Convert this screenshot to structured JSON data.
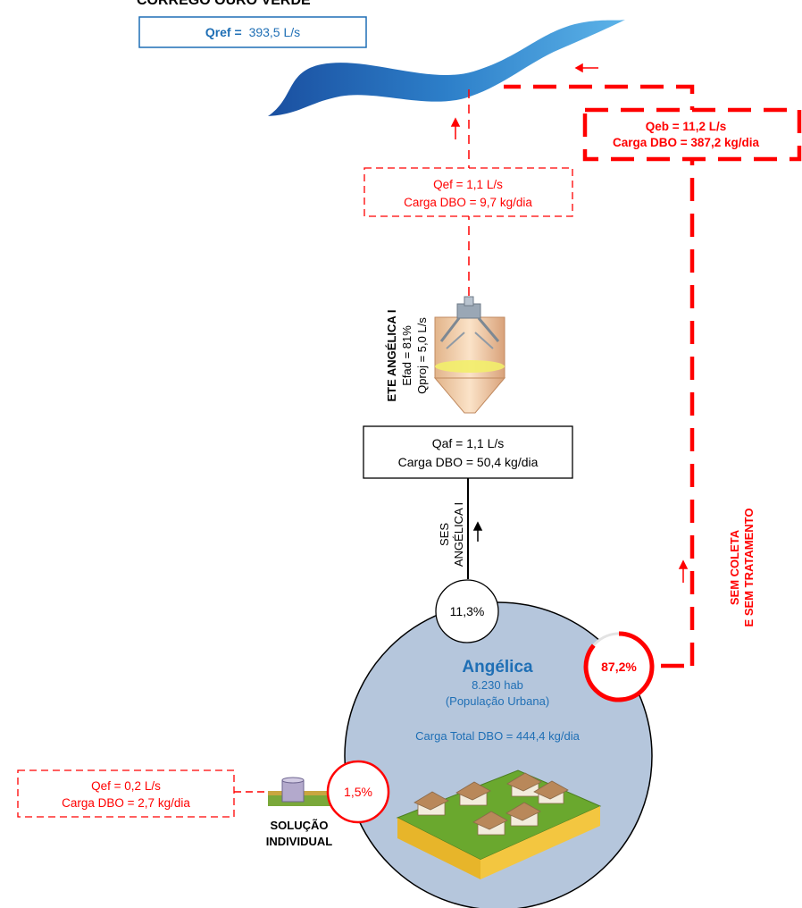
{
  "stream": {
    "title": "CÓRREGO OURO VERDE",
    "qref_label": "Qref =",
    "qref_value": "393,5 L/s"
  },
  "untreated_box": {
    "line1": "Qeb = 11,2 L/s",
    "line2": "Carga DBO = 387,2 kg/dia"
  },
  "ete_effluent_box": {
    "line1": "Qef = 1,1 L/s",
    "line2": "Carga DBO = 9,7 kg/dia"
  },
  "ete": {
    "name": "ETE ANGÉLICA I",
    "efficiency": "Efad = 81%",
    "capacity": "Qproj = 5,0 L/s"
  },
  "affluent_box": {
    "line1": "Qaf = 1,1 L/s",
    "line2": "Carga DBO = 50,4 kg/dia"
  },
  "ses": {
    "line1": "SES",
    "line2": "ANGÉLICA I"
  },
  "pct_collected": "11,3%",
  "pct_uncollected": "87,2%",
  "pct_individual": "1,5%",
  "uncollected_label": {
    "line1": "SEM COLETA",
    "line2": "E SEM TRATAMENTO"
  },
  "city": {
    "name": "Angélica",
    "population": "8.230 hab",
    "population_type": "(População Urbana)",
    "total_load": "Carga Total DBO = 444,4 kg/dia"
  },
  "individual_box": {
    "line1": "Qef = 0,2 L/s",
    "line2": "Carga DBO = 2,7 kg/dia"
  },
  "individual_label": {
    "line1": "SOLUÇÃO",
    "line2": "INDIVIDUAL"
  },
  "colors": {
    "red": "#ff0000",
    "blue": "#1f6fb5",
    "city_fill": "#b5c6dc"
  }
}
